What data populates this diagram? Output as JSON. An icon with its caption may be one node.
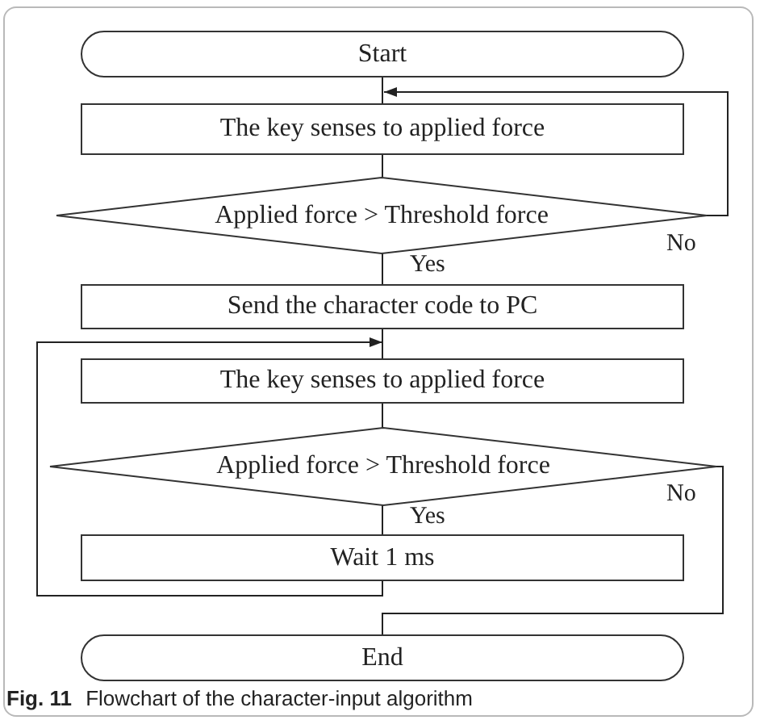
{
  "diagram": {
    "caption": "**Fig. 11** Flowchart of the character-input algorithm",
    "nodes": [
      {
        "text": [
          "Start"
        ]
      },
      {
        "text": [
          "The key senses to applied force"
        ]
      },
      {
        "text": [
          "Applied force > Threshold force"
        ]
      },
      {
        "text": [
          "Send the character code to PC"
        ]
      },
      {
        "text": [
          "The key senses to applied force"
        ]
      },
      {
        "text": [
          "Applied force > Threshold force"
        ]
      },
      {
        "text": [
          "Wait 1 ms"
        ]
      },
      {
        "text": [
          "End"
        ]
      }
    ],
    "edges": [
      {
        "from": 0,
        "to": 1,
        "arrow": "none"
      },
      {
        "from": 1,
        "to": 2,
        "arrow": "none"
      },
      {
        "from": 2,
        "to": 1,
        "arrow": "to",
        "label": "No"
      },
      {
        "from": 2,
        "to": 3,
        "arrow": "none",
        "label": "Yes"
      },
      {
        "from": 3,
        "to": 4,
        "arrow": "none"
      },
      {
        "from": 4,
        "to": 5,
        "arrow": "none"
      },
      {
        "from": 5,
        "to": 6,
        "arrow": "none",
        "label": "Yes"
      },
      {
        "from": 6,
        "to": 4,
        "arrow": "to"
      },
      {
        "from": 5,
        "to": 7,
        "arrow": "none",
        "label": "No"
      }
    ]
  }
}
